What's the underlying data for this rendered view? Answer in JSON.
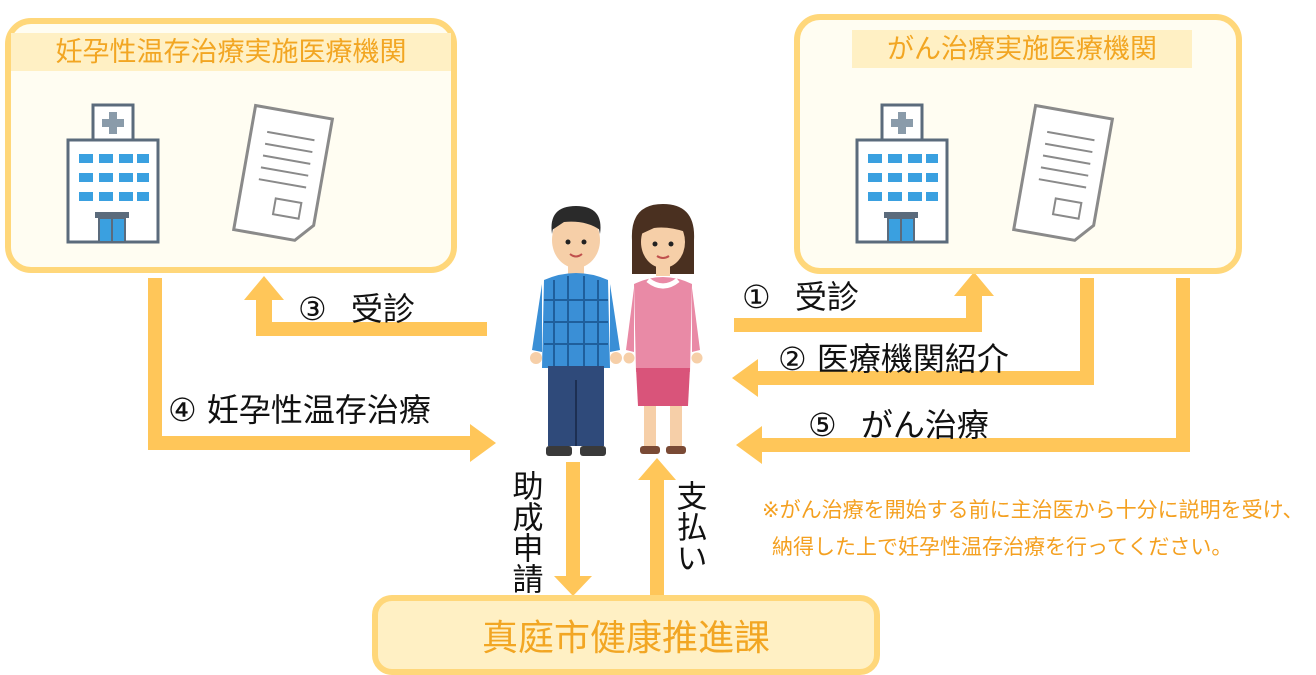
{
  "boxes": {
    "fertility_clinic": {
      "title": "妊孕性温存治療実施医療機関"
    },
    "cancer_clinic": {
      "title": "がん治療実施医療機関"
    },
    "city_office": {
      "title": "真庭市健康推進課"
    }
  },
  "steps": {
    "s1": "① 受診",
    "s2": "② 医療機関紹介",
    "s3": "③ 受診",
    "s4": "④ 妊孕性温存治療",
    "s5": "⑤ がん治療"
  },
  "flows": {
    "apply": "助成申請",
    "payment": "支払い"
  },
  "note": {
    "line1": "※がん治療を開始する前に主治医から十分に説明を受け、",
    "line2": "納得した上で妊孕性温存治療を行ってください。"
  },
  "colors": {
    "arrow": "#ffc659",
    "box_border": "#ffd77a",
    "title_bg": "#fff0c4",
    "title_text": "#f2a623",
    "note_text": "#f4a020"
  },
  "icons": [
    "hospital-icon",
    "document-icon",
    "man-icon",
    "woman-icon"
  ]
}
